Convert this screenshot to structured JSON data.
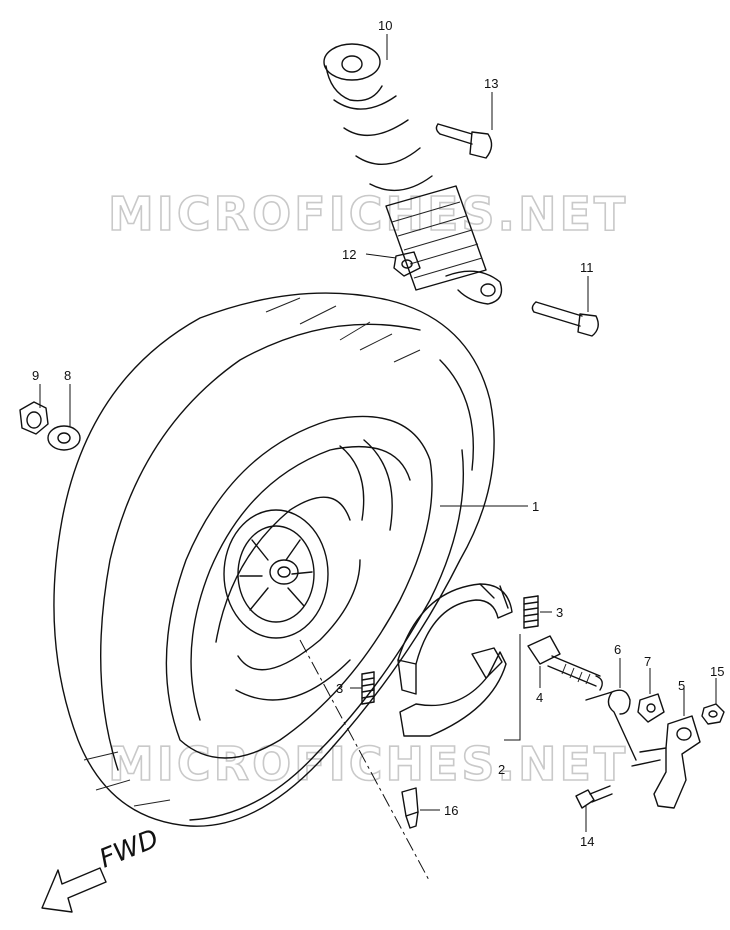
{
  "watermark": "MICROFICHES.NET",
  "direction_label": "FWD",
  "parts": [
    {
      "id": "tire",
      "callout": "1"
    },
    {
      "id": "brake-shoe-set",
      "callout": "2"
    },
    {
      "id": "shoe-spring-upper",
      "callout": "3"
    },
    {
      "id": "shoe-spring-lower",
      "callout": "3"
    },
    {
      "id": "brake-cam-shaft",
      "callout": "4"
    },
    {
      "id": "brake-arm",
      "callout": "5"
    },
    {
      "id": "arm-bolt",
      "callout": "6"
    },
    {
      "id": "arm-nut",
      "callout": "7"
    },
    {
      "id": "return-spring",
      "callout": "8"
    },
    {
      "id": "wear-indicator",
      "callout": "9"
    },
    {
      "id": "axle-washer",
      "callout": "10"
    },
    {
      "id": "axle-nut",
      "callout": "11"
    },
    {
      "id": "rear-shock-absorber",
      "callout": "12"
    },
    {
      "id": "shock-lower-bolt",
      "callout": "13"
    },
    {
      "id": "shock-lower-nut",
      "callout": "14"
    },
    {
      "id": "shock-upper-bolt",
      "callout": "15"
    },
    {
      "id": "valve-stem",
      "callout": "16"
    }
  ]
}
